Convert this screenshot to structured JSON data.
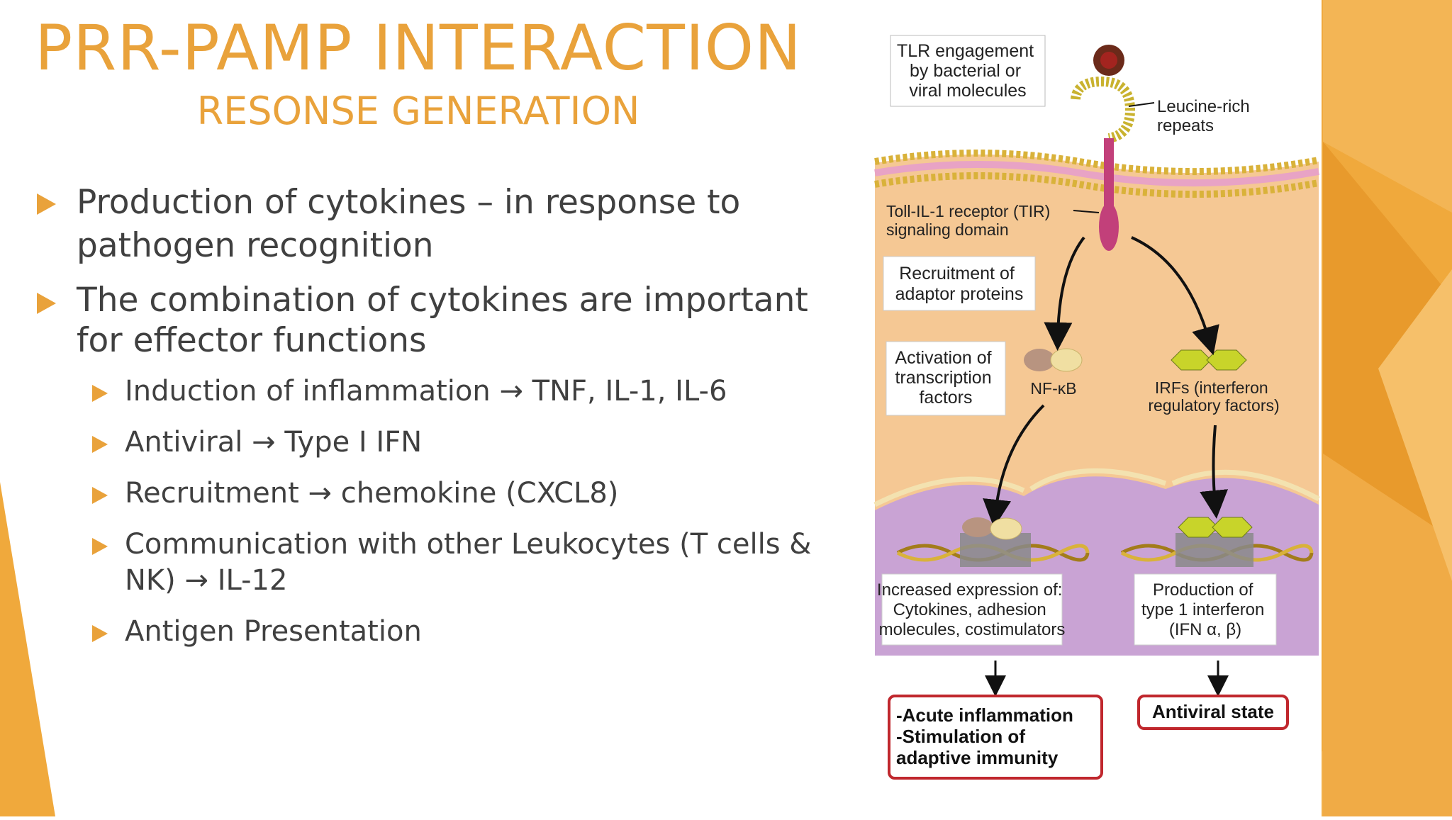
{
  "slide": {
    "title": "PRR-PAMP INTERACTION",
    "subtitle": "RESONSE GENERATION",
    "bullets": [
      {
        "level": 1,
        "text": "Production of cytokines – in response to pathogen recognition"
      },
      {
        "level": 1,
        "text": "The combination of cytokines are important for effector functions"
      },
      {
        "level": 2,
        "text": "Induction of inflammation → TNF, IL-1, IL-6"
      },
      {
        "level": 2,
        "text": "Antiviral → Type I IFN"
      },
      {
        "level": 2,
        "text": "Recruitment → chemokine (CXCL8)"
      },
      {
        "level": 2,
        "text": "Communication with other Leukocytes (T cells & NK) → IL-12"
      },
      {
        "level": 2,
        "text": "Antigen Presentation"
      }
    ]
  },
  "figure": {
    "tlr_label": [
      "TLR engagement",
      "by bacterial or",
      "viral molecules"
    ],
    "lrr_label": [
      "Leucine-rich",
      "repeats"
    ],
    "tir_label": [
      "Toll-IL-1 receptor (TIR)",
      "signaling domain"
    ],
    "recruitment_label": [
      "Recruitment of",
      "adaptor proteins"
    ],
    "activation_label": [
      "Activation of",
      "transcription",
      "factors"
    ],
    "nfkb_label": "NF-κB",
    "irf_label": [
      "IRFs (interferon",
      "regulatory factors)"
    ],
    "increased_label": [
      "Increased expression of:",
      "Cytokines, adhesion",
      "molecules, costimulators"
    ],
    "ifn_label": [
      "Production of",
      "type 1 interferon",
      "(IFN α, β)"
    ],
    "outcome_left": [
      "-Acute inflammation",
      "-Stimulation of",
      " adaptive immunity"
    ],
    "outcome_right": "Antiviral state"
  },
  "colors": {
    "accent": "#e9a23b",
    "body_text": "#404040",
    "cytoplasm": "#f5c894",
    "nucleus": "#c9a3d4",
    "outcome_border": "#c0272d"
  }
}
